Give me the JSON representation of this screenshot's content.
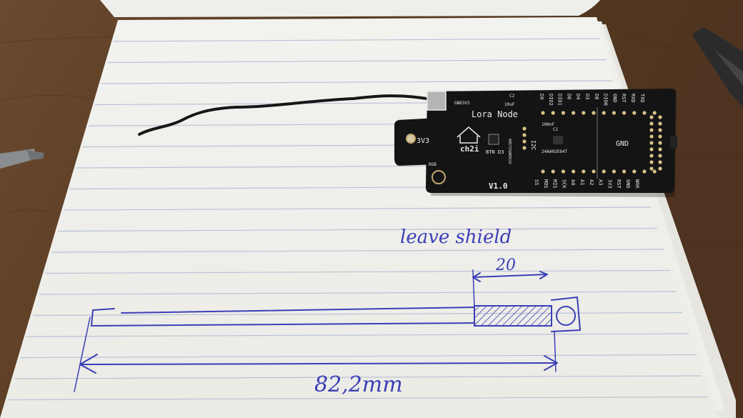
{
  "board": {
    "title": "Lora Node",
    "version": "V1.0",
    "logo": "ch2i",
    "pin_label_left": "3V3",
    "gnd_label": "GND",
    "button_label": "BTN D3",
    "i2c_label": "I2C",
    "cap_top": "C2",
    "cap_top_value": "10uF",
    "cap_mid": "100nF",
    "cap_mid_ref": "C1",
    "chip_label": "24AA02E64T",
    "rgb_label": "RGB",
    "top_pins": [
      "D9",
      "DIO2",
      "DIO1",
      "D6",
      "D4",
      "D3",
      "D8",
      "DIO0",
      "GND",
      "RST",
      "RXD",
      "TXD"
    ],
    "bottom_pins": [
      "SS",
      "MOS",
      "MIS",
      "SCK",
      "A0",
      "A1",
      "A2",
      "A3",
      "3V3",
      "RST",
      "GND",
      "WAK"
    ],
    "top_left_pins": "GND3V3",
    "sda_label": "3V3GNDSCLSDA"
  },
  "sketch": {
    "annotation": "leave shield",
    "shield_length": "20",
    "total_length": "82,2mm"
  },
  "colors": {
    "table": "#5a3f2a",
    "paper": "#f4f4f2",
    "rule_lines": "#b9c3d6",
    "pcb": "#141414",
    "silkscreen": "#e8e8e8",
    "ink": "#3b3fb6"
  },
  "icons": [
    "house-logo-icon",
    "tool-handle-icon",
    "screwdriver-icon"
  ]
}
